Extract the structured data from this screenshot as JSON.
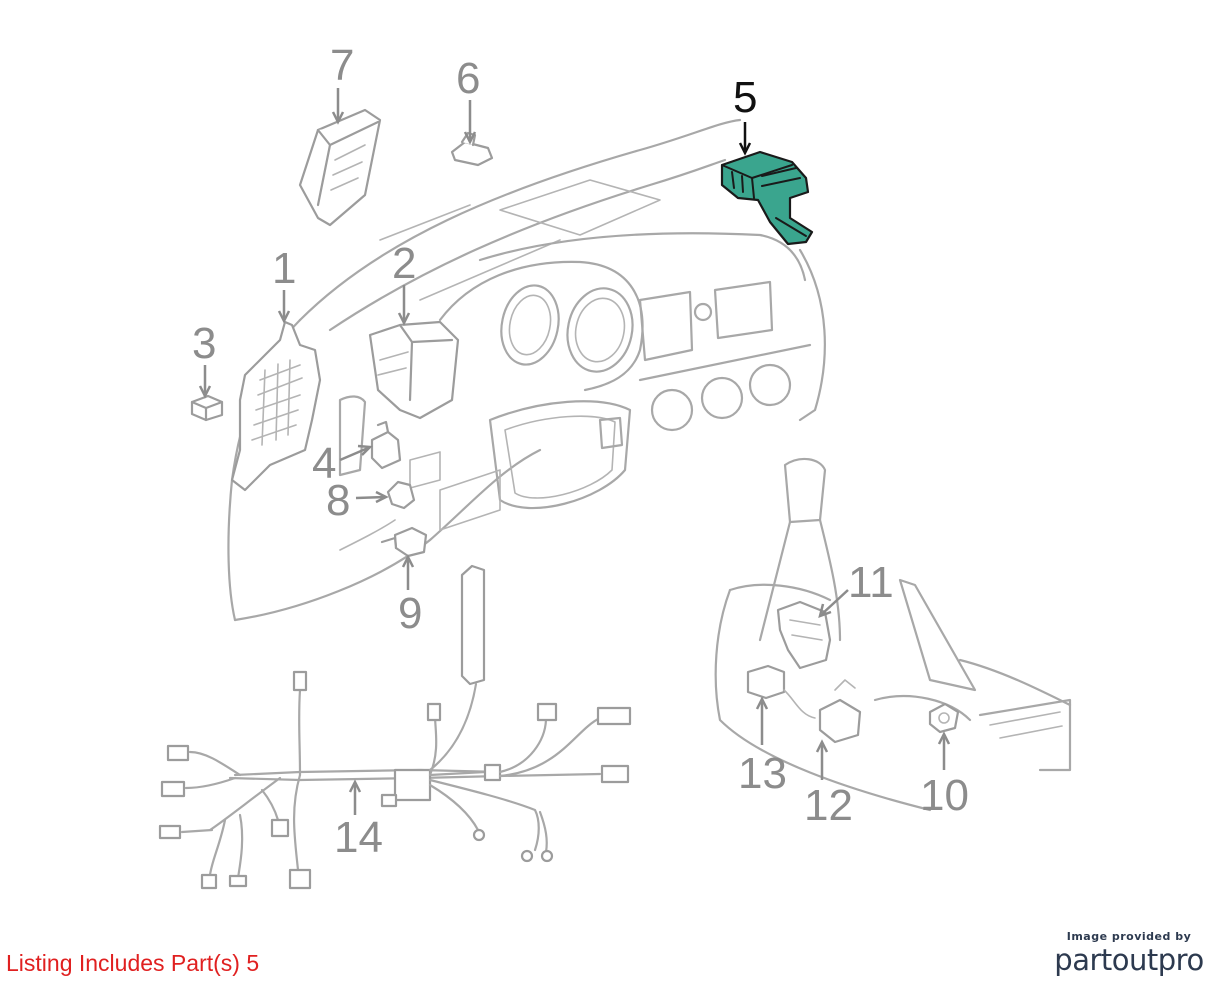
{
  "diagram": {
    "highlight_color": "#3aa58e",
    "line_color": "#a8a8a8",
    "callouts": [
      {
        "id": "1",
        "label": "1",
        "highlighted": false
      },
      {
        "id": "2",
        "label": "2",
        "highlighted": false
      },
      {
        "id": "3",
        "label": "3",
        "highlighted": false
      },
      {
        "id": "4",
        "label": "4",
        "highlighted": false
      },
      {
        "id": "5",
        "label": "5",
        "highlighted": true
      },
      {
        "id": "6",
        "label": "6",
        "highlighted": false
      },
      {
        "id": "7",
        "label": "7",
        "highlighted": false
      },
      {
        "id": "8",
        "label": "8",
        "highlighted": false
      },
      {
        "id": "9",
        "label": "9",
        "highlighted": false
      },
      {
        "id": "10",
        "label": "10",
        "highlighted": false
      },
      {
        "id": "11",
        "label": "11",
        "highlighted": false
      },
      {
        "id": "12",
        "label": "12",
        "highlighted": false
      },
      {
        "id": "13",
        "label": "13",
        "highlighted": false
      },
      {
        "id": "14",
        "label": "14",
        "highlighted": false
      }
    ]
  },
  "listing_note": "Listing Includes Part(s) 5",
  "listing_note_color": "#e02020",
  "credit": {
    "caption": "Image provided by",
    "logo_part1": "part",
    "logo_part2": "out",
    "logo_part3": "pro",
    "logo_color": "#2d3a4f"
  }
}
